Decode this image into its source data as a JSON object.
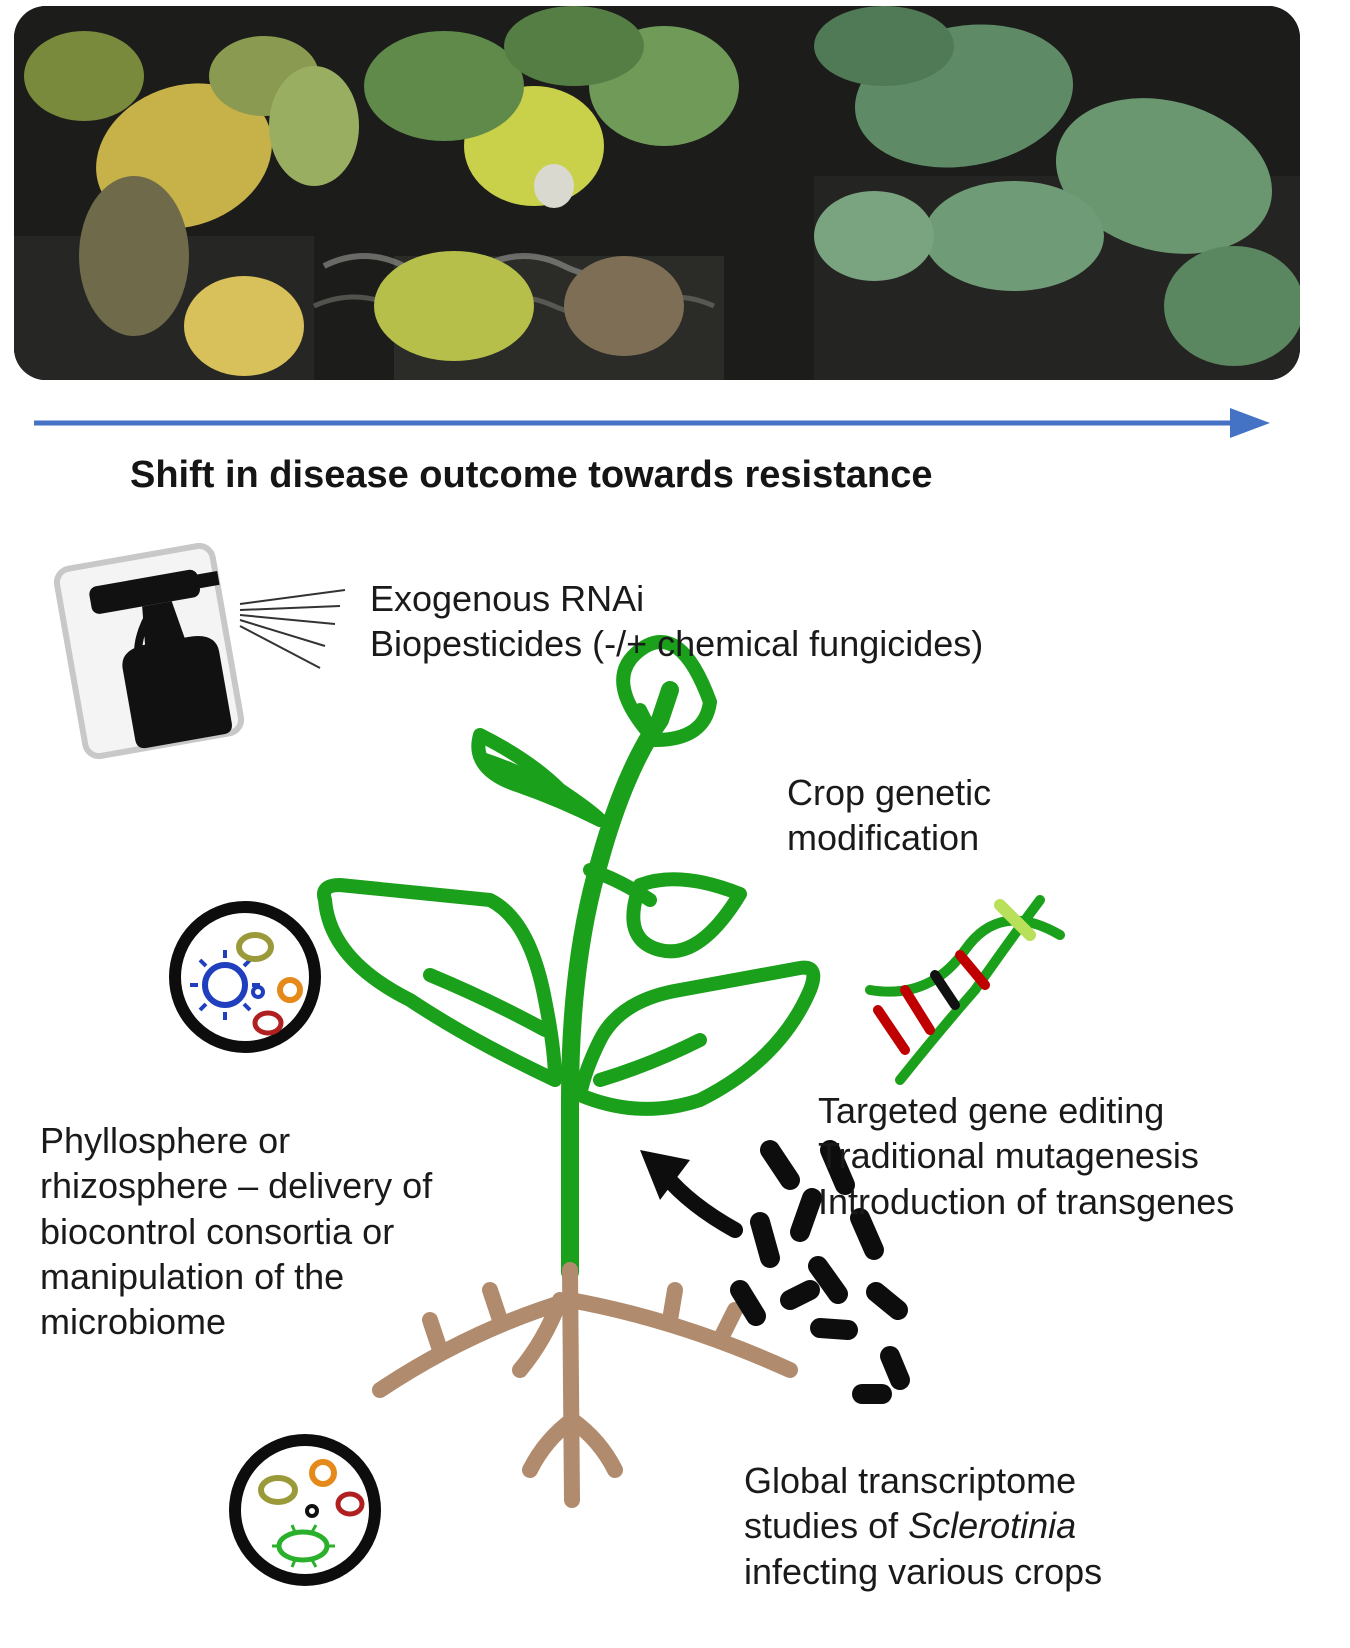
{
  "header": {
    "shift_label": "Shift in disease outcome towards resistance"
  },
  "spray": {
    "line1": "Exogenous RNAi",
    "line2": "Biopesticides (-/+ chemical fungicides)"
  },
  "crop": {
    "line1": "Crop genetic",
    "line2": "modification"
  },
  "editing": {
    "line1": "Targeted gene editing",
    "line2": "Traditional mutagenesis",
    "line3": "Introduction of transgenes"
  },
  "phyllosphere": {
    "line1": "Phyllosphere or",
    "line2": "rhizosphere – delivery of",
    "line3": "biocontrol consortia or",
    "line4": "manipulation of the",
    "line5": "microbiome"
  },
  "transcriptome": {
    "line1": "Global transcriptome",
    "line2_prefix": "studies of ",
    "line2_italic": "Sclerotinia",
    "line3": "infecting various crops"
  },
  "colors": {
    "arrow": "#4472c4",
    "plant_green": "#1aa01a",
    "root_brown": "#b08b6e",
    "pathogen_black": "#0d0d0d"
  }
}
